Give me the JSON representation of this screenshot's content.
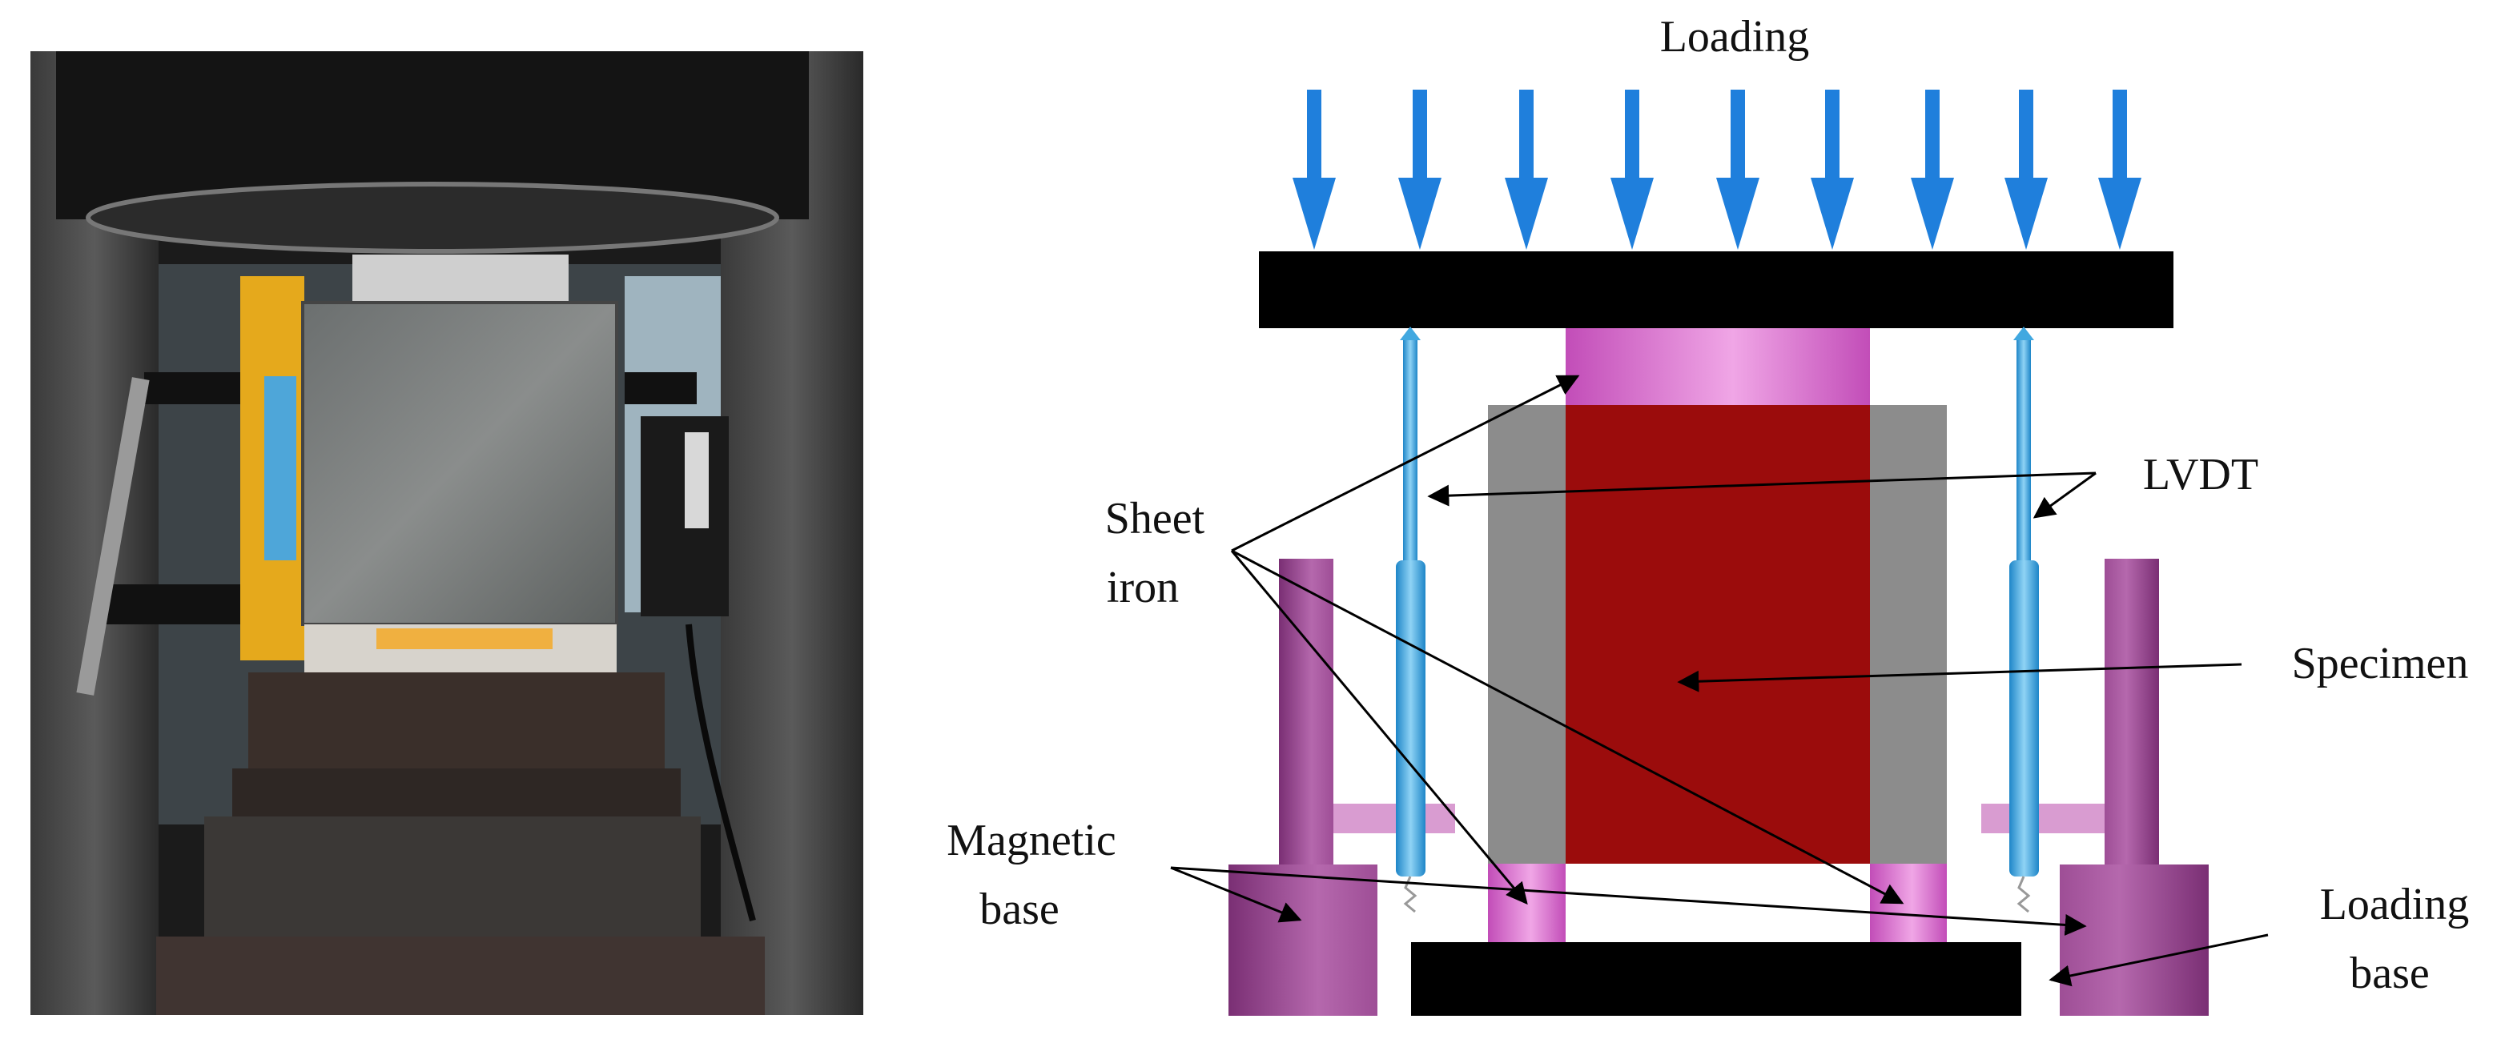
{
  "panels": {
    "photo": {
      "description_label": ""
    },
    "schematic": {
      "labels": {
        "loading": "Loading",
        "sheet_iron_line1": "Sheet",
        "sheet_iron_line2": "iron",
        "lvdt": "LVDT",
        "specimen": "Specimen",
        "magnetic_base_line1": "Magnetic",
        "magnetic_base_line2": "base",
        "loading_base_line1": "Loading",
        "loading_base_line2": "base"
      }
    }
  },
  "colors": {
    "arrow_blue": "#1f7fdc",
    "plate_black": "#000000",
    "specimen_red": "#9b0c0c",
    "sheet_iron_pink": "#d25ec8",
    "side_plate_gray": "#8c8c8c",
    "magnetic_base_purple": "#8a3f83",
    "lvdt_blue": "#41a8e0",
    "leader_line": "#000000"
  },
  "icons": {
    "loading_arrows": "down-arrow-icon",
    "lvdt_rod": "lvdt-sensor-icon"
  }
}
